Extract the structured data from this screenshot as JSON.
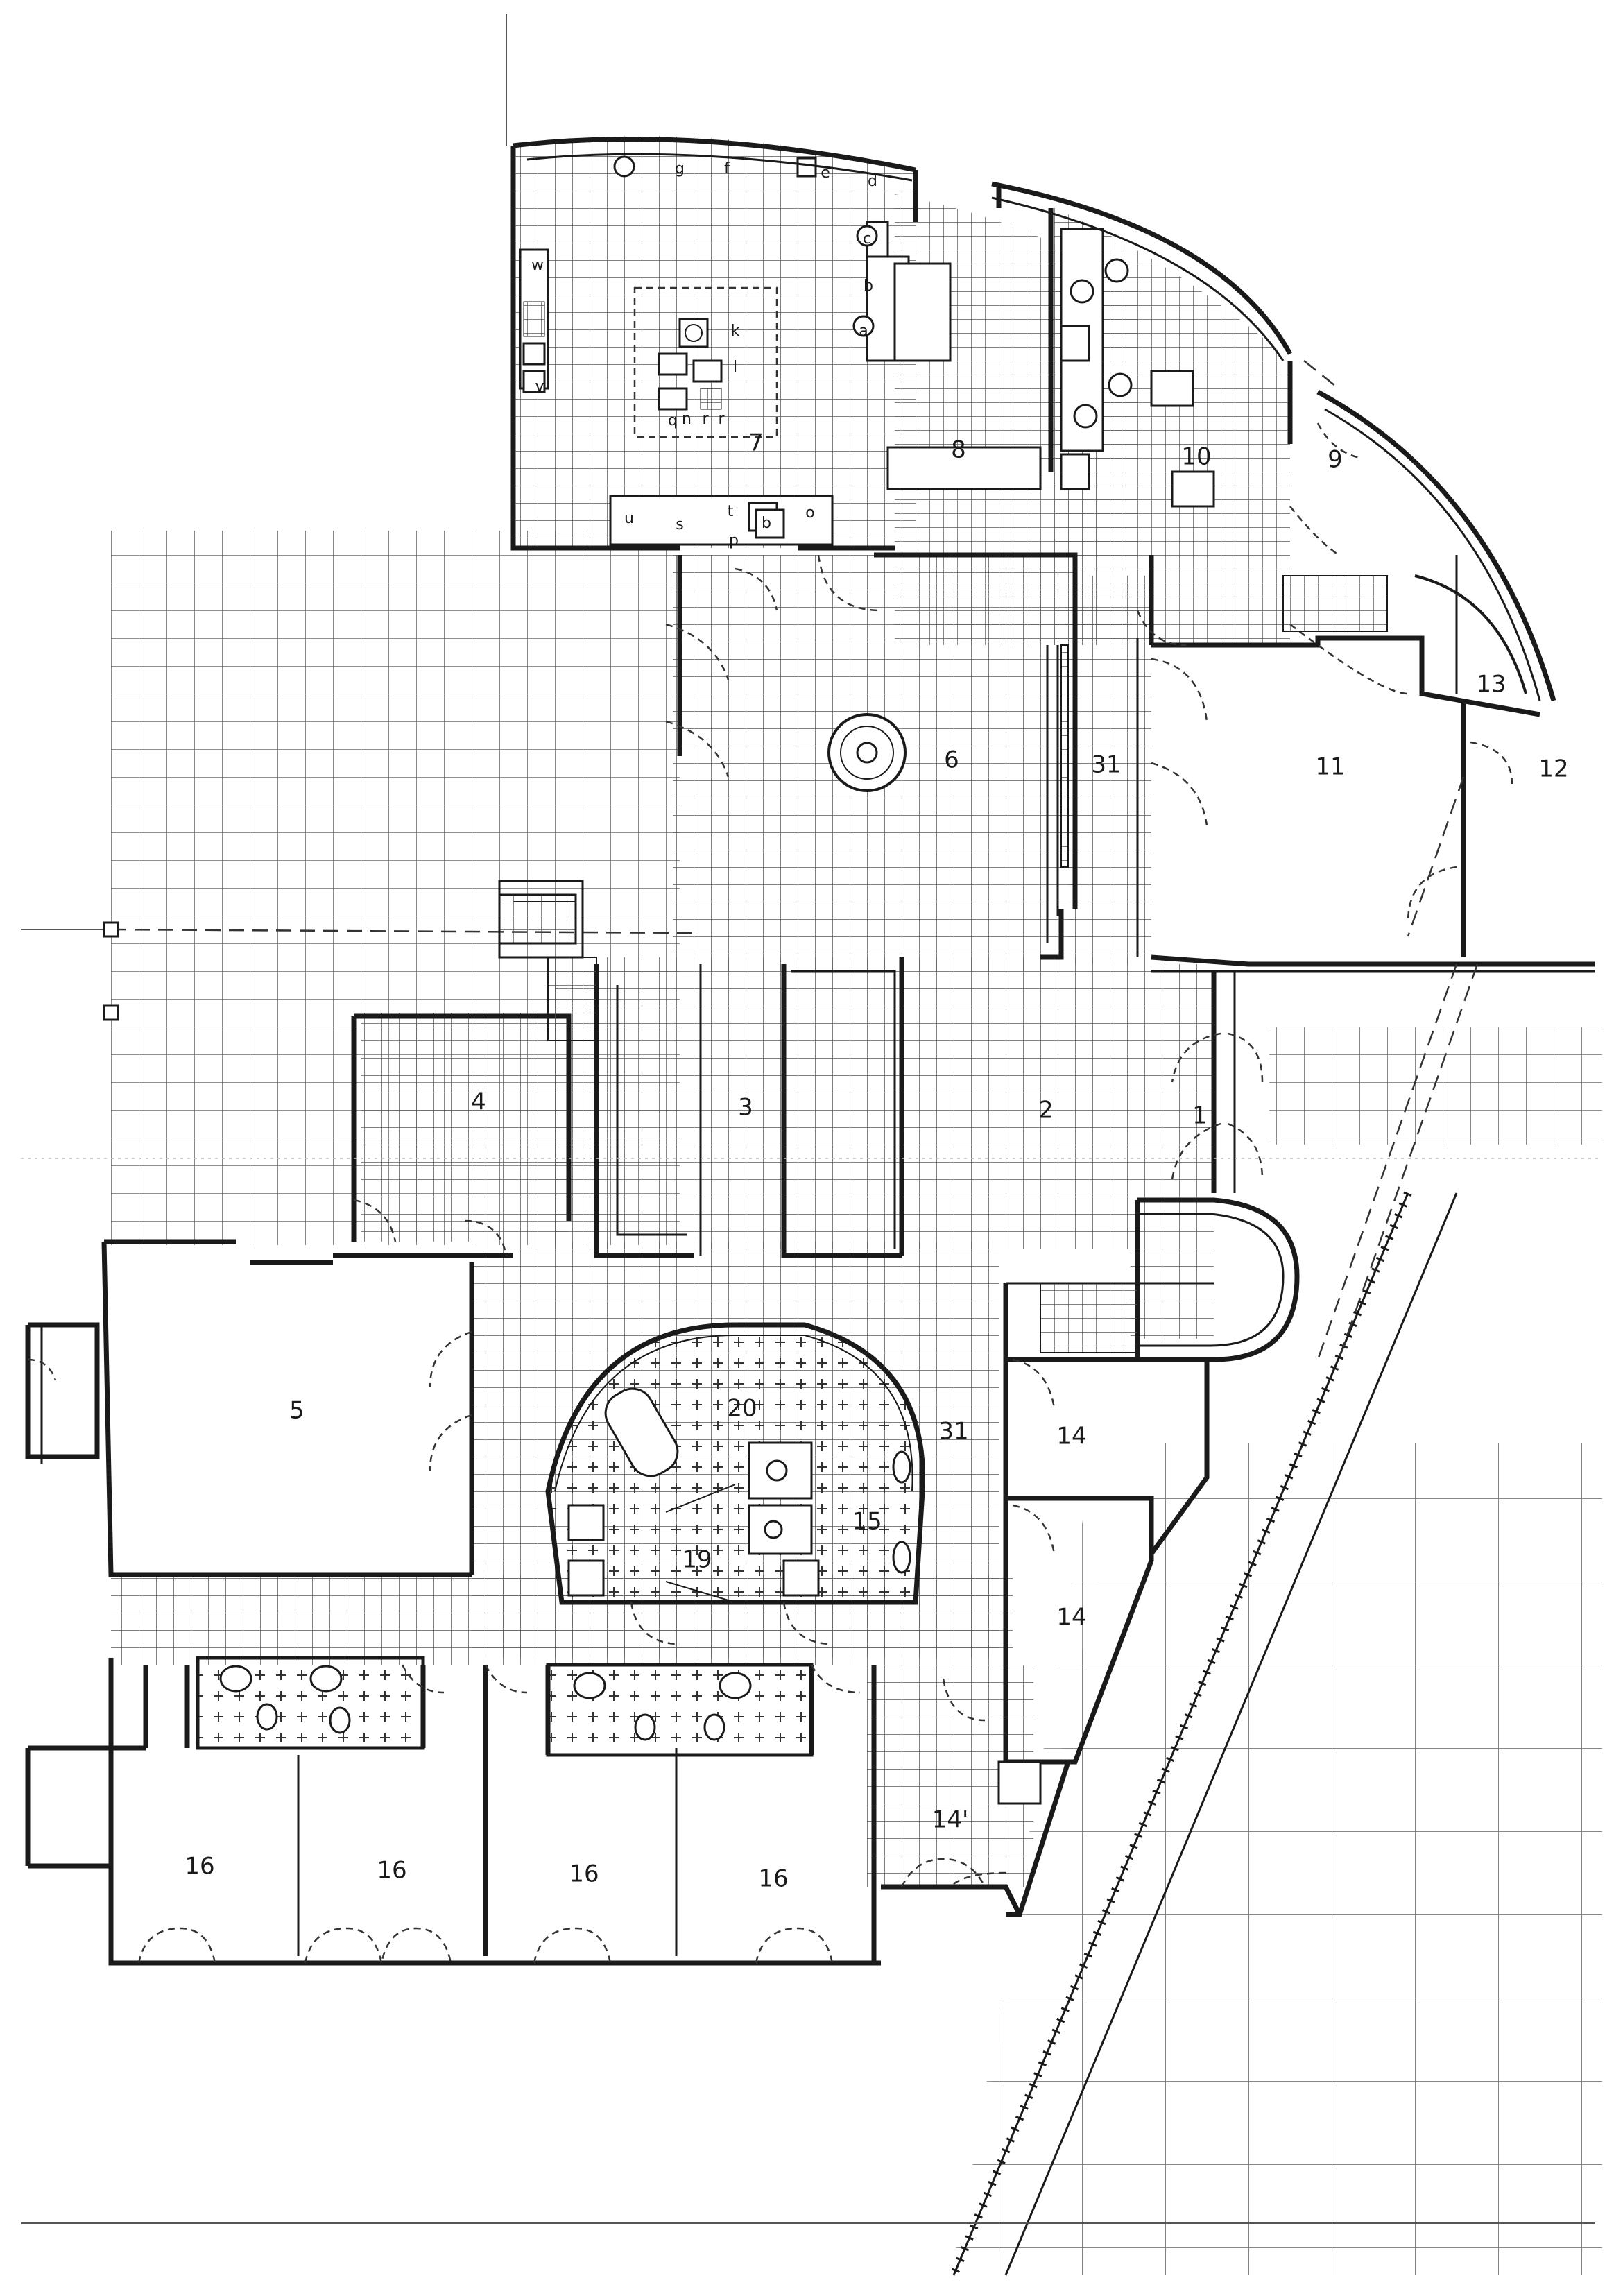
{
  "colors": {
    "ink": "#1a1a1a",
    "paper": "#ffffff",
    "grid": "#6b6b6b"
  },
  "rooms": [
    {
      "id": "r1",
      "label": "1"
    },
    {
      "id": "r2",
      "label": "2"
    },
    {
      "id": "r3",
      "label": "3"
    },
    {
      "id": "r4",
      "label": "4"
    },
    {
      "id": "r5",
      "label": "5"
    },
    {
      "id": "r6",
      "label": "6"
    },
    {
      "id": "r7",
      "label": "7"
    },
    {
      "id": "r8",
      "label": "8"
    },
    {
      "id": "r9",
      "label": "9"
    },
    {
      "id": "r10",
      "label": "10"
    },
    {
      "id": "r11",
      "label": "11"
    },
    {
      "id": "r12",
      "label": "12"
    },
    {
      "id": "r13",
      "label": "13"
    },
    {
      "id": "r14a",
      "label": "14"
    },
    {
      "id": "r14b",
      "label": "14"
    },
    {
      "id": "r14c",
      "label": "14'"
    },
    {
      "id": "r15",
      "label": "15"
    },
    {
      "id": "r16a",
      "label": "16"
    },
    {
      "id": "r16b",
      "label": "16"
    },
    {
      "id": "r16c",
      "label": "16"
    },
    {
      "id": "r16d",
      "label": "16"
    },
    {
      "id": "r19",
      "label": "19"
    },
    {
      "id": "r20",
      "label": "20"
    },
    {
      "id": "r31a",
      "label": "31"
    },
    {
      "id": "r31b",
      "label": "31"
    }
  ],
  "kitchen_marks": [
    {
      "id": "ka",
      "label": "a"
    },
    {
      "id": "kb",
      "label": "b"
    },
    {
      "id": "kc",
      "label": "c"
    },
    {
      "id": "kd",
      "label": "d"
    },
    {
      "id": "ke",
      "label": "e"
    },
    {
      "id": "kf",
      "label": "f"
    },
    {
      "id": "kg",
      "label": "g"
    },
    {
      "id": "kk",
      "label": "k"
    },
    {
      "id": "kl",
      "label": "l"
    },
    {
      "id": "ko",
      "label": "o"
    },
    {
      "id": "kp",
      "label": "p"
    },
    {
      "id": "kr",
      "label": "r"
    },
    {
      "id": "ks",
      "label": "s"
    },
    {
      "id": "kt",
      "label": "t"
    },
    {
      "id": "ku",
      "label": "u"
    },
    {
      "id": "kv",
      "label": "v"
    },
    {
      "id": "kw",
      "label": "w"
    },
    {
      "id": "kb2",
      "label": "b"
    },
    {
      "id": "kr2",
      "label": "r"
    },
    {
      "id": "kn",
      "label": "n"
    },
    {
      "id": "kq",
      "label": "q"
    }
  ]
}
